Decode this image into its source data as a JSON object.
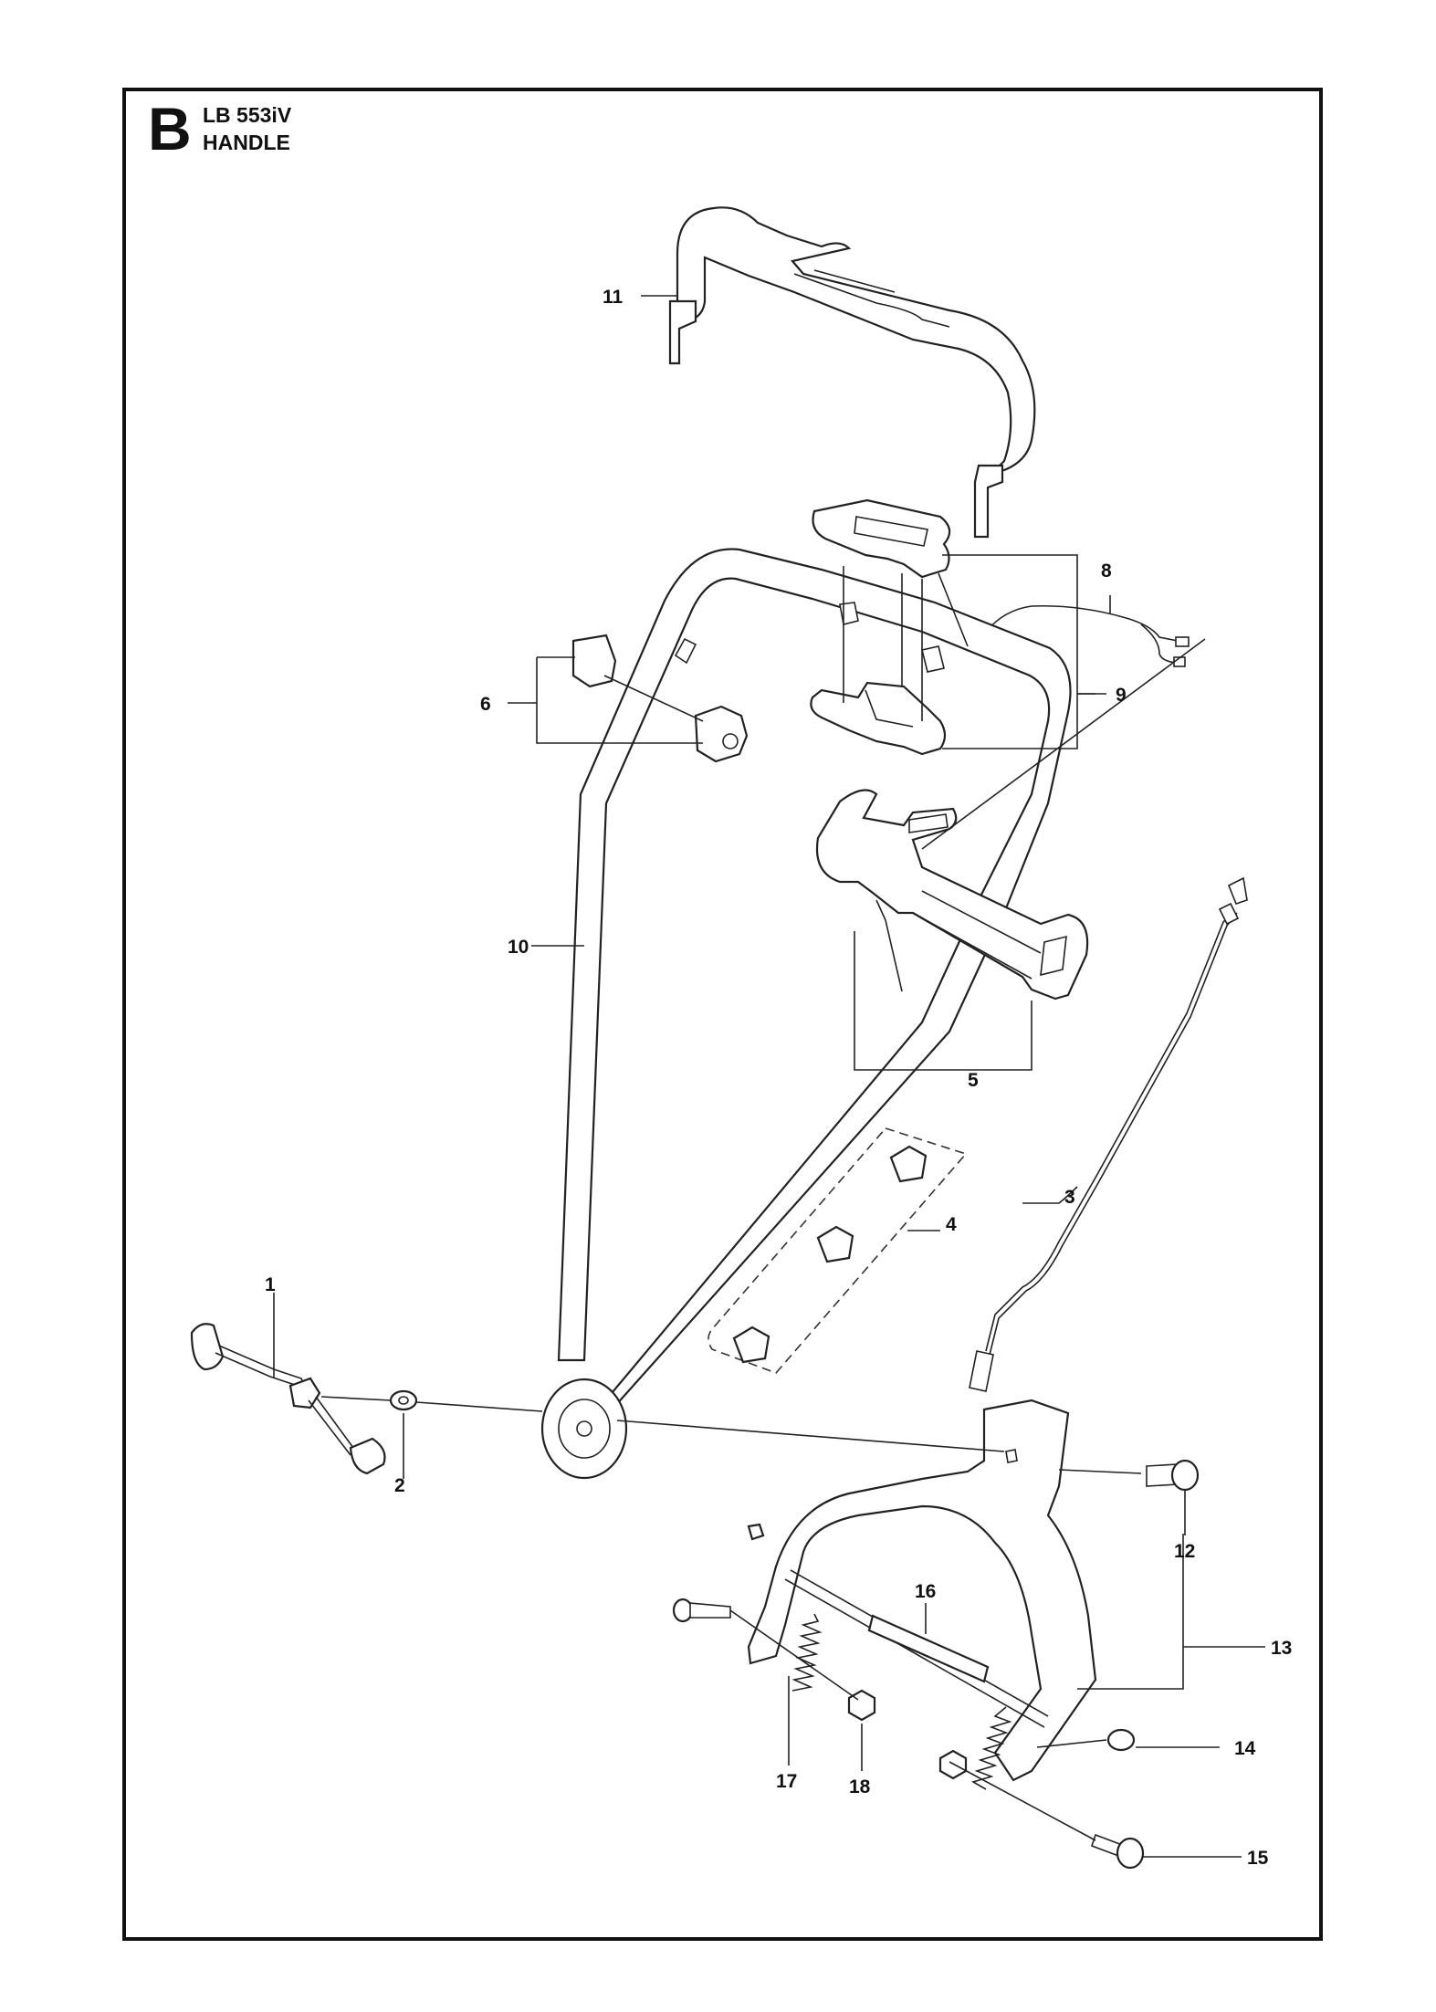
{
  "header": {
    "section_letter": "B",
    "model": "LB 553iV",
    "title": "HANDLE"
  },
  "callouts": [
    "1",
    "2",
    "3",
    "4",
    "5",
    "6",
    "8",
    "9",
    "10",
    "11",
    "12",
    "13",
    "14",
    "15",
    "16",
    "17",
    "18"
  ]
}
